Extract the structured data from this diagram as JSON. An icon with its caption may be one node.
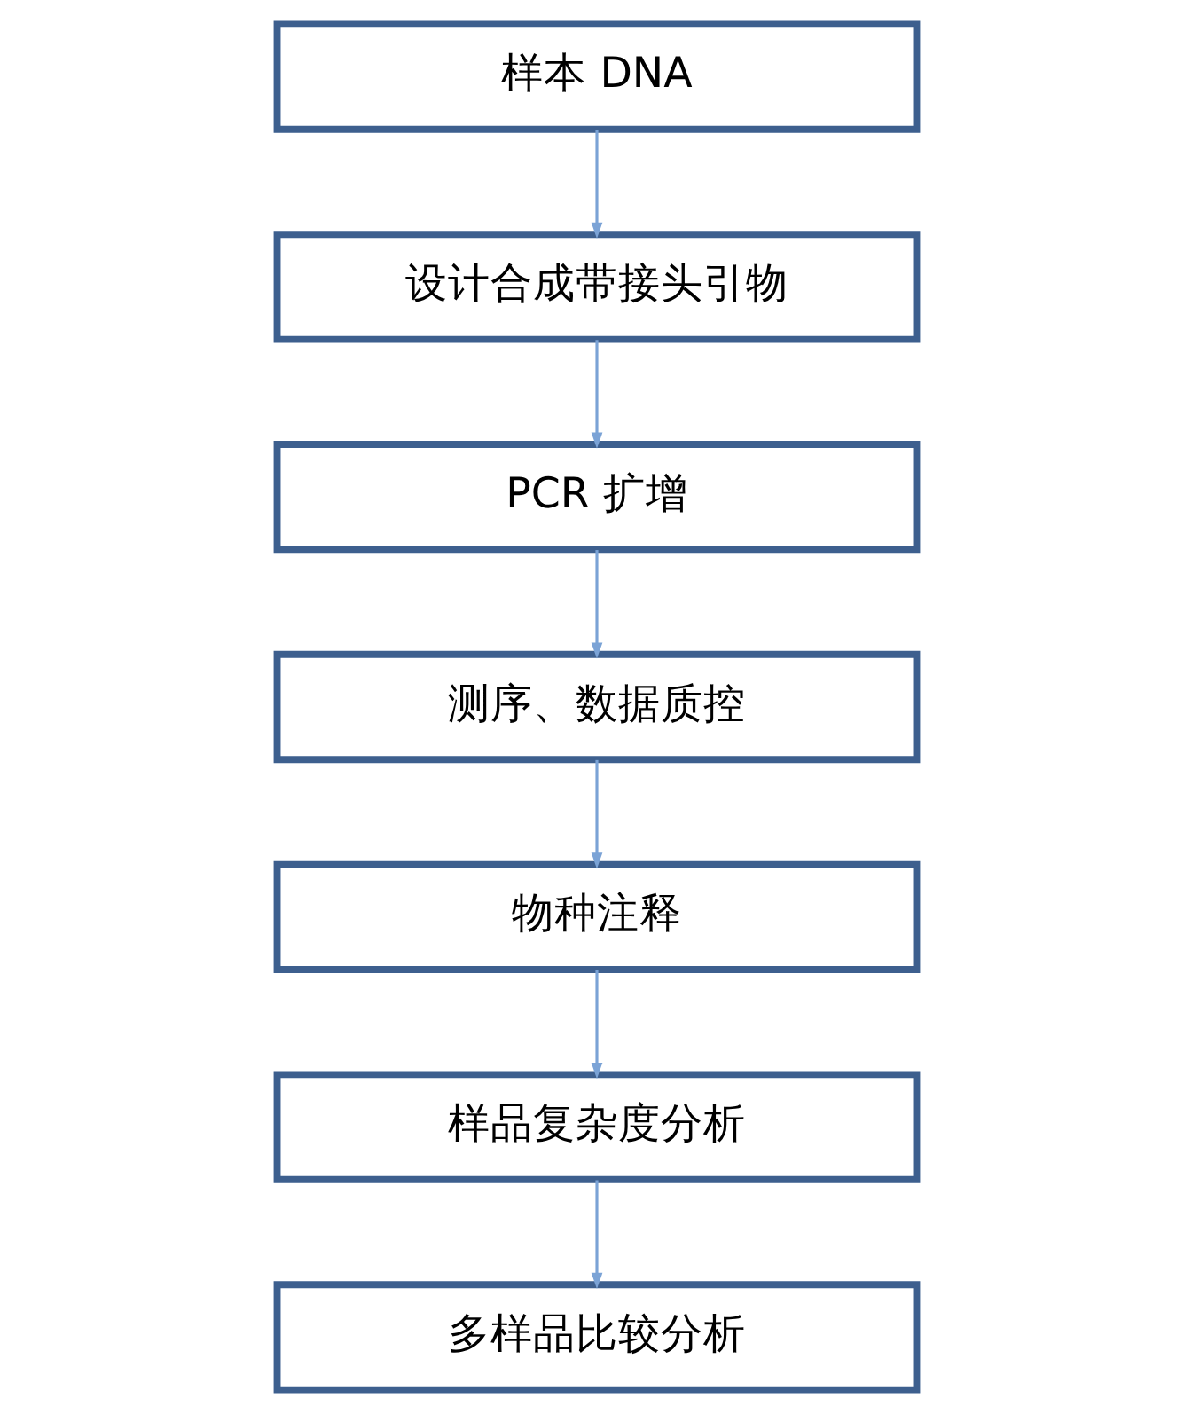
{
  "diagram": {
    "nodes": [
      {
        "text": [
          "样本 DNA"
        ]
      },
      {
        "text": [
          "设计合成带接头引物"
        ]
      },
      {
        "text": [
          "PCR 扩增"
        ]
      },
      {
        "text": [
          "测序、数据质控"
        ]
      },
      {
        "text": [
          "物种注释"
        ]
      },
      {
        "text": [
          "样品复杂度分析"
        ]
      },
      {
        "text": [
          "多样品比较分析"
        ]
      }
    ],
    "edges": [
      {
        "from": 0,
        "to": 1,
        "arrow": "to"
      },
      {
        "from": 1,
        "to": 2,
        "arrow": "to"
      },
      {
        "from": 2,
        "to": 3,
        "arrow": "to"
      },
      {
        "from": 3,
        "to": 4,
        "arrow": "to"
      },
      {
        "from": 4,
        "to": 5,
        "arrow": "to"
      },
      {
        "from": 5,
        "to": 6,
        "arrow": "to"
      }
    ]
  }
}
